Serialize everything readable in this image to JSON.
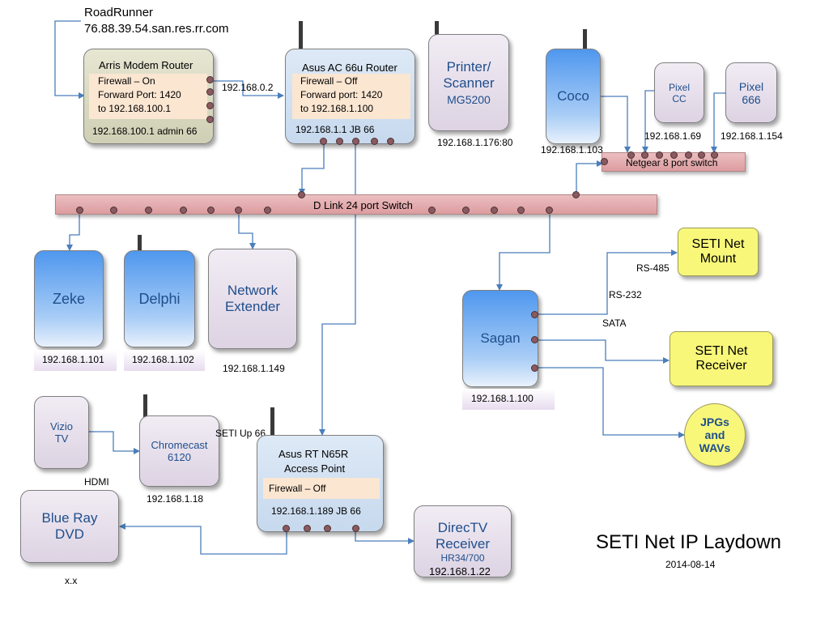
{
  "isp": {
    "name": "RoadRunner",
    "host": "76.88.39.54.san.res.rr.com"
  },
  "modem": {
    "title": "Arris Modem Router",
    "line1": "Firewall – On",
    "line2": "Forward Port:  1420",
    "line3": "to 192.168.100.1",
    "footer": "192.168.100.1 admin 66",
    "wan_link": "192.168.0.2"
  },
  "asus_ac": {
    "title": "Asus AC 66u Router",
    "line1": "Firewall – Off",
    "line2": "Forward port: 1420",
    "line3": "to 192.168.1.100",
    "footer": "192.168.1.1 JB 66"
  },
  "printer": {
    "line1": "Printer/",
    "line2": "Scanner",
    "model": "MG5200",
    "ip": "192.168.1.176:80"
  },
  "coco": {
    "name": "Coco",
    "ip": "192.168.1.103"
  },
  "pixel_cc": {
    "line1": "Pixel",
    "line2": "CC",
    "ip": "192.168.1.69"
  },
  "pixel_666": {
    "line1": "Pixel",
    "line2": "666",
    "ip": "192.168.1.154"
  },
  "netgear": {
    "label": "Netgear 8 port switch"
  },
  "dlink": {
    "label": "D Link 24 port Switch"
  },
  "zeke": {
    "name": "Zeke",
    "ip": "192.168.1.101"
  },
  "delphi": {
    "name": "Delphi",
    "ip": "192.168.1.102"
  },
  "extender": {
    "line1": "Network",
    "line2": "Extender",
    "ip": "192.168.1.149"
  },
  "sagan": {
    "name": "Sagan",
    "ip": "192.168.1.100",
    "rs485": "RS-485",
    "rs232": "RS-232",
    "sata": "SATA"
  },
  "seti_mount": {
    "line1": "SETI Net",
    "line2": "Mount"
  },
  "seti_receiver": {
    "line1": "SETI Net",
    "line2": "Receiver"
  },
  "jpgs": {
    "line1": "JPGs",
    "line2": "and",
    "line3": "WAVs"
  },
  "vizio": {
    "line1": "Vizio",
    "line2": "TV",
    "hdmi": "HDMI"
  },
  "chromecast": {
    "line1": "Chromecast",
    "line2": "6120",
    "ip": "192.168.1.18"
  },
  "asus_rt": {
    "ssid": "SETI Up 66",
    "line1": "Asus RT N65R",
    "line2": "Access Point",
    "firewall": "Firewall – Off",
    "footer": "192.168.1.189  JB 66"
  },
  "bluray": {
    "line1": "Blue Ray",
    "line2": "DVD",
    "ip": "x.x"
  },
  "directv": {
    "line1": "DirecTV",
    "line2": "Receiver",
    "model": "HR34/700",
    "ip": "192.168.1.22"
  },
  "doc": {
    "title": "SETI Net IP Laydown",
    "date": "2014-08-14"
  },
  "colors": {
    "connector": "#4a7ebb",
    "device_text": "#1f4e8c",
    "switch": "#e4adb0",
    "highlight": "#f8f77a"
  }
}
